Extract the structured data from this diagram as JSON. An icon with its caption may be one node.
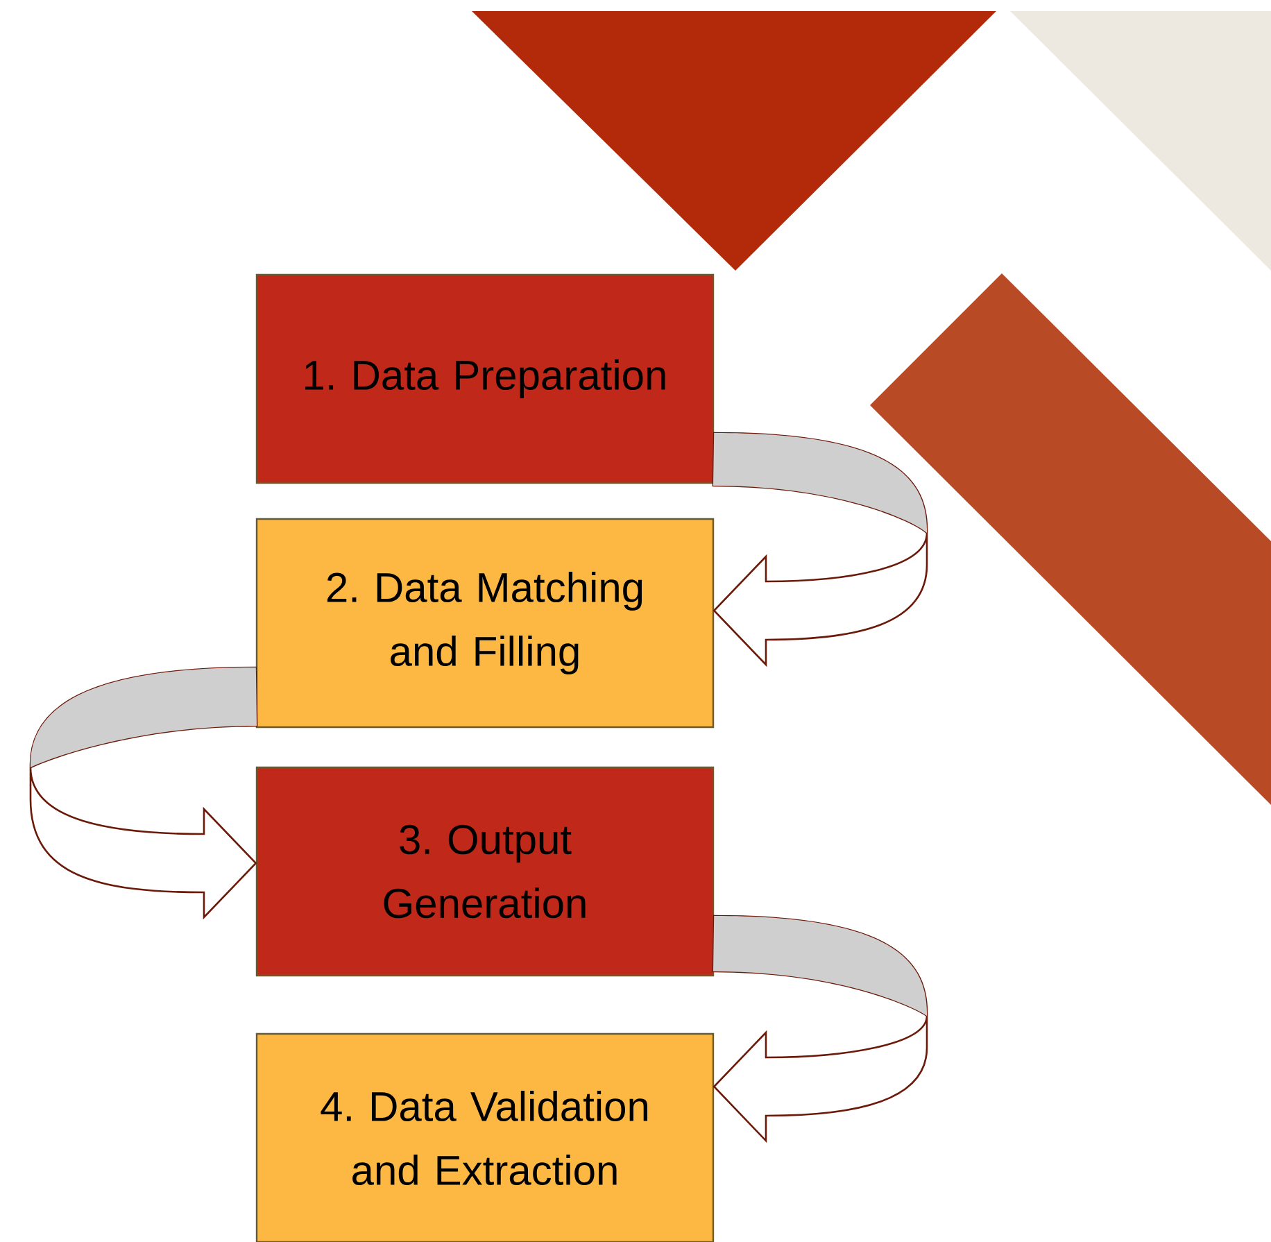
{
  "diagram": {
    "nodes": [
      {
        "text": [
          "1. Data Preparation"
        ]
      },
      {
        "text": [
          "2. Data Matching and Filling"
        ]
      },
      {
        "text": [
          "3. Output Generation"
        ]
      },
      {
        "text": [
          "4. Data Validation and Extraction"
        ]
      }
    ],
    "edges": [
      {
        "from": 0,
        "to": 1,
        "arrow": "to"
      },
      {
        "from": 1,
        "to": 2,
        "arrow": "to"
      },
      {
        "from": 2,
        "to": 3,
        "arrow": "to"
      }
    ]
  }
}
